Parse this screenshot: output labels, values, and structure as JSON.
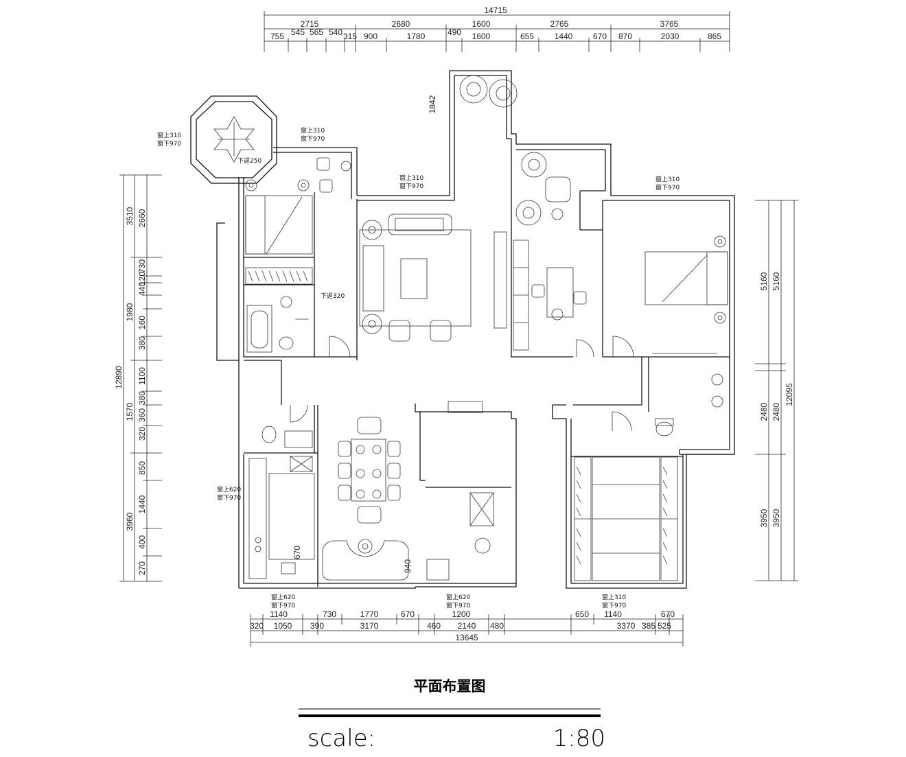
{
  "drawing": {
    "title": "平面布置图",
    "scale_label": "scale:",
    "scale_value": "1:80"
  },
  "dims": {
    "top_total": "14715",
    "top_l2": [
      "2715",
      "2680",
      "1600",
      "2765",
      "3765"
    ],
    "top_l3": [
      "755",
      "545",
      "565",
      "540",
      "315",
      "900",
      "1780",
      "490",
      "1600",
      "655",
      "1440",
      "670",
      "870",
      "2030",
      "865"
    ],
    "bottom_total": "13645",
    "bottom_l1": [
      "1140",
      "730",
      "1770",
      "670",
      "1200",
      "650",
      "1140",
      "670"
    ],
    "bottom_l2": [
      "320",
      "1050",
      "390",
      "3170",
      "460",
      "2140",
      "480",
      "3370",
      "385",
      "525"
    ],
    "left_total": "12890",
    "left_l1": [
      "3510",
      "1980",
      "1570",
      "3960"
    ],
    "left_l2": [
      "2660",
      "730",
      "120",
      "440",
      "160",
      "380",
      "1100",
      "380",
      "360",
      "320",
      "850",
      "1440",
      "400",
      "270"
    ],
    "right_total": "12095",
    "right_l1": [
      "5160",
      "2480",
      "3950"
    ],
    "right_l2": [
      "5160",
      "2480",
      "3950"
    ],
    "misc": {
      "balcony_depth": "1842",
      "kitchen_counter": "670",
      "dining_counter": "940"
    }
  },
  "window_notes": {
    "hex_balcony": [
      "窗上310",
      "窗下970"
    ],
    "bedroom_nw": [
      "窗上310",
      "窗下970"
    ],
    "living": [
      "窗上310",
      "窗下970"
    ],
    "bedroom_master": [
      "窗上310",
      "窗下970"
    ],
    "kitchen": [
      "窗上620",
      "窗下970"
    ],
    "bottom_kitchen": [
      "窗上620",
      "窗下970"
    ],
    "bottom_dining": [
      "窗上620",
      "窗下970"
    ],
    "bottom_closet": [
      "窗上310",
      "窗下970"
    ]
  },
  "beam_notes": {
    "bedroom_nw": "下返250",
    "bath_nw": "下返320"
  }
}
